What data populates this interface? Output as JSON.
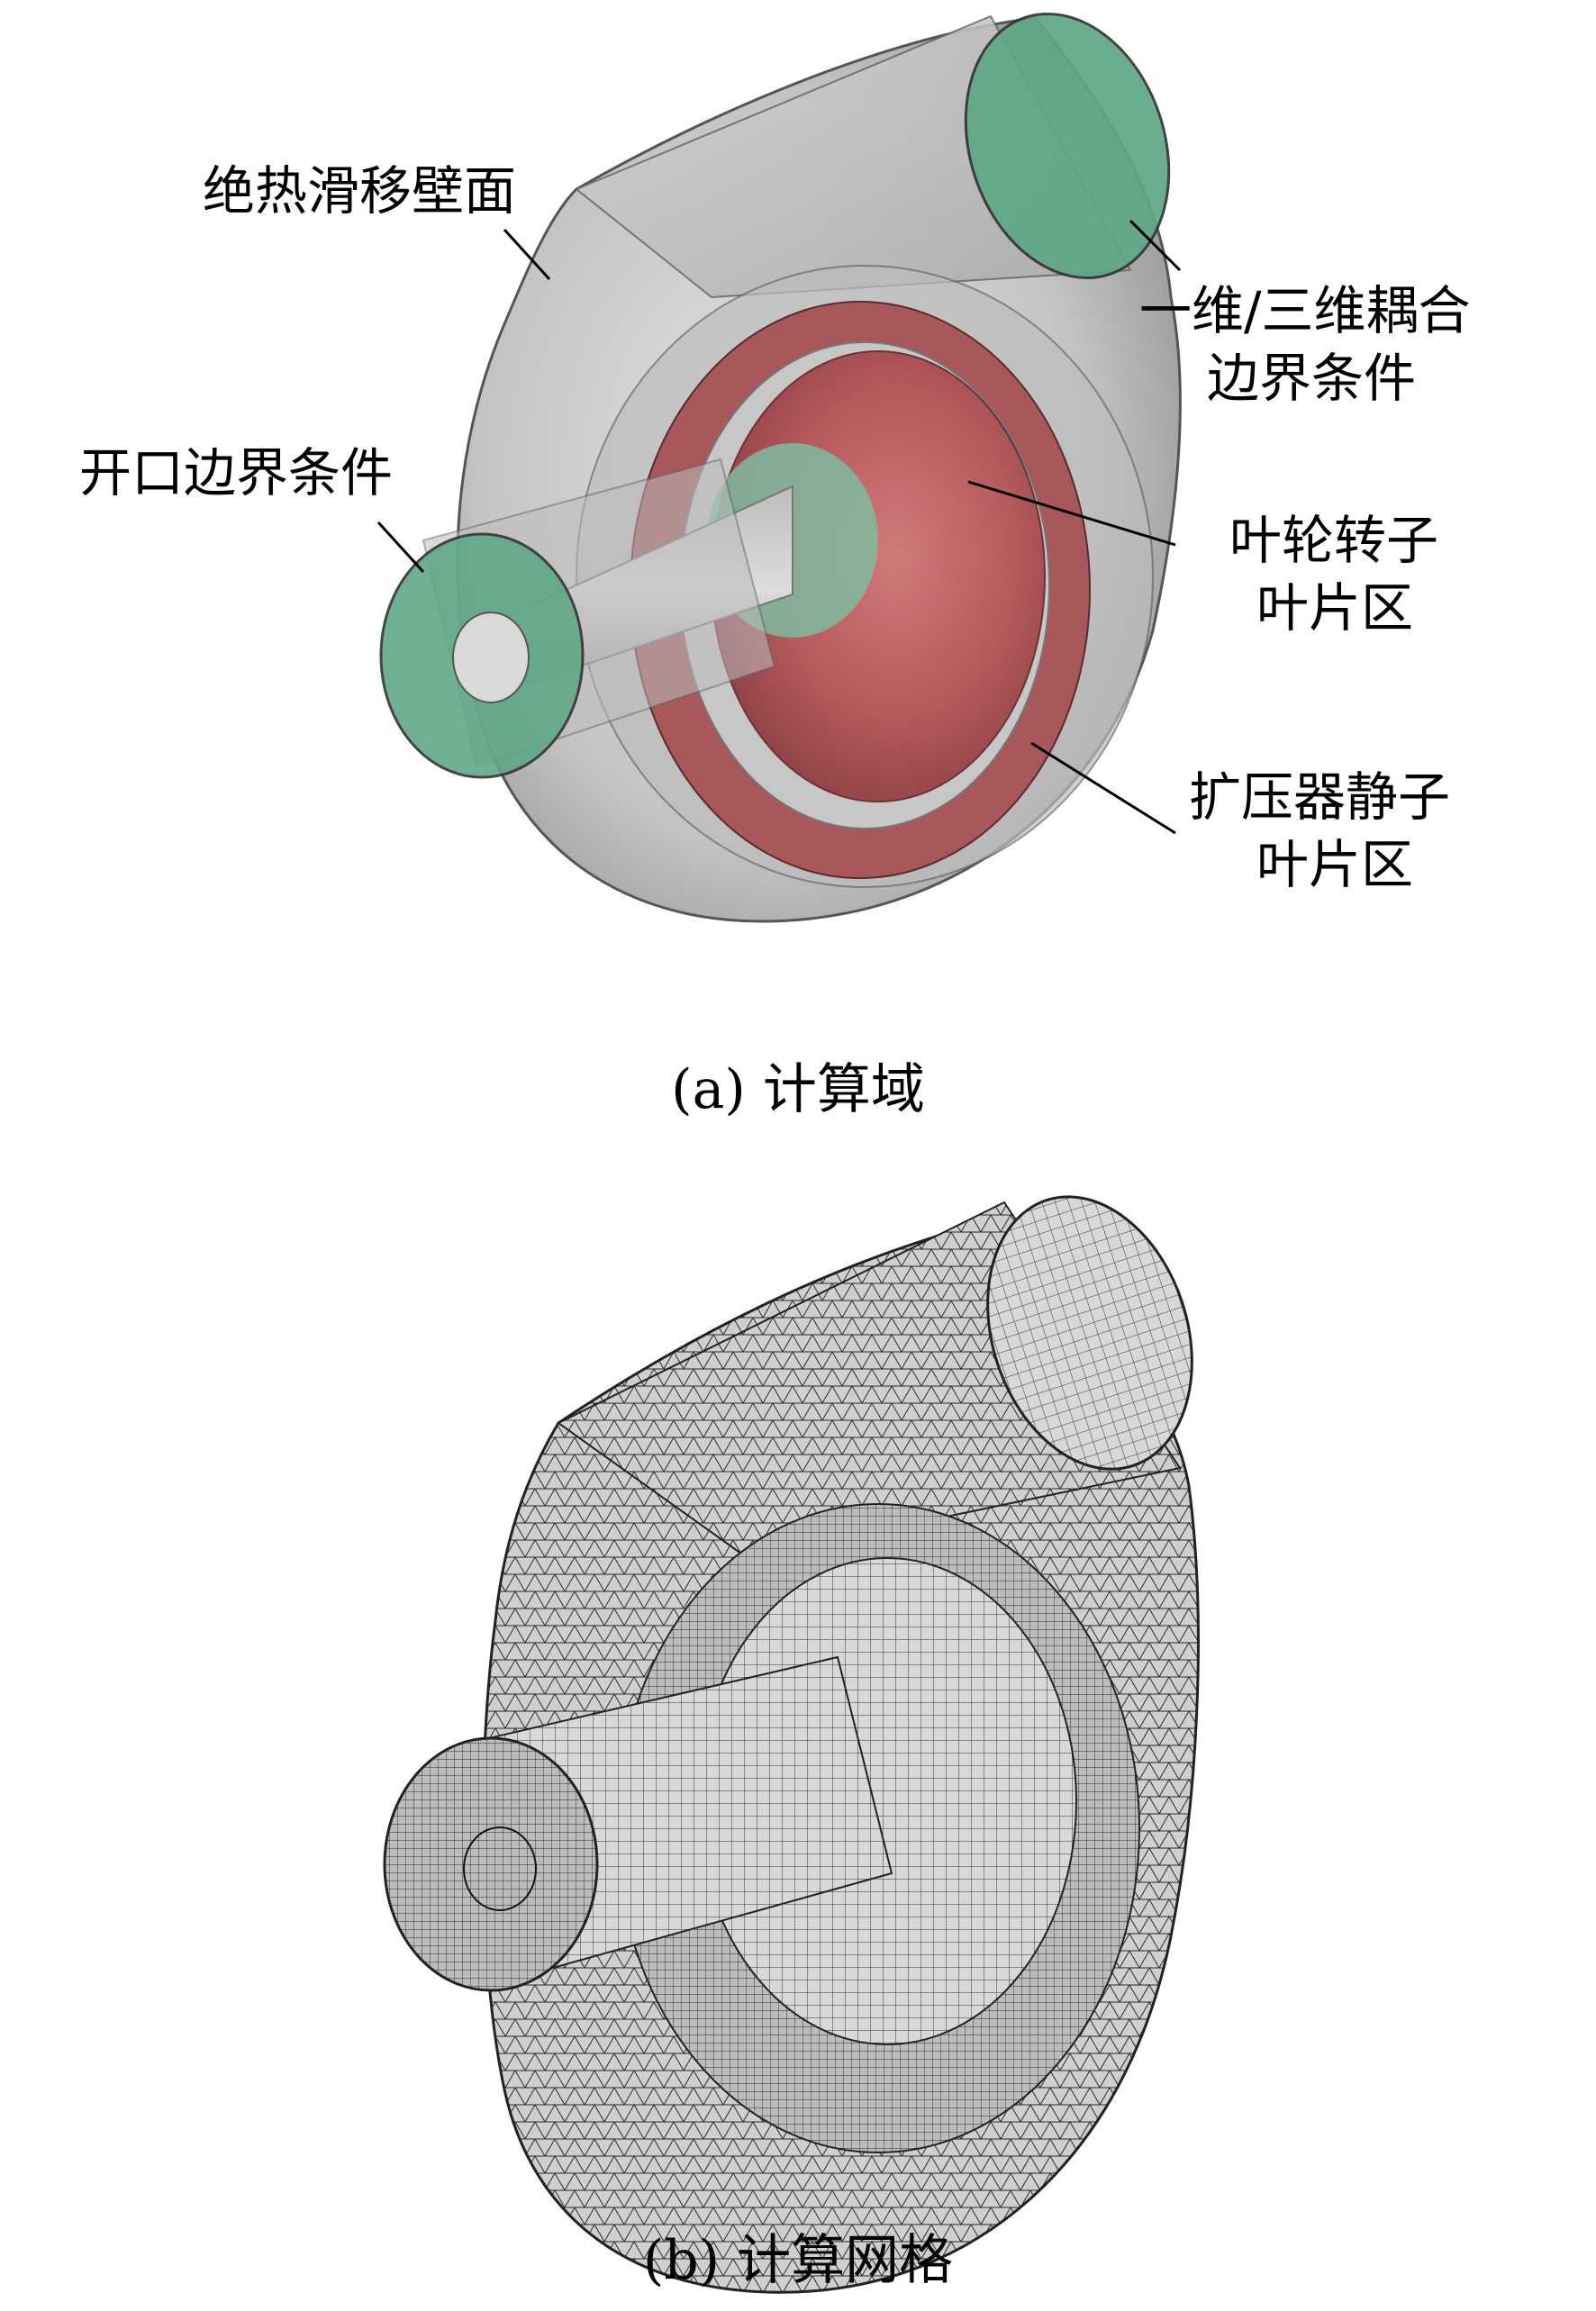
{
  "panel_a": {
    "labels": {
      "wall": "绝热滑移壁面",
      "outlet_line1": "一维/三维耦合",
      "outlet_line2": "边界条件",
      "inlet": "开口边界条件",
      "impeller_line1": "叶轮转子",
      "impeller_line2": "叶片区",
      "diffuser_line1": "扩压器静子",
      "diffuser_line2": "叶片区"
    },
    "caption": "(a) 计算域"
  },
  "panel_b": {
    "caption": "(b) 计算网格"
  },
  "colors": {
    "casing": "#c9c9c9",
    "boundary_green": "#5fa886",
    "impeller_red": "#b85a5e",
    "mesh_line": "#2a2a2a"
  }
}
